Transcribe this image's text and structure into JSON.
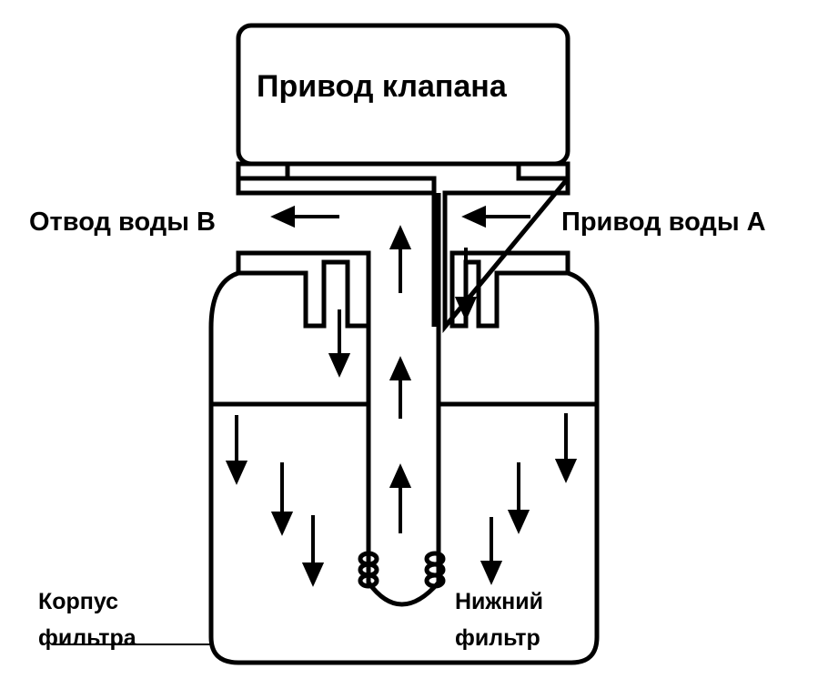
{
  "diagram": {
    "labels": {
      "valve_drive": "Привод клапана",
      "water_outlet": "Отвод воды В",
      "water_inlet": "Привод воды А",
      "filter_body_line1": "Корпус",
      "filter_body_line2": "фильтра",
      "bottom_filter_line1": "Нижний",
      "bottom_filter_line2": "фильтр"
    },
    "colors": {
      "stroke": "#000000",
      "background": "#ffffff"
    }
  }
}
